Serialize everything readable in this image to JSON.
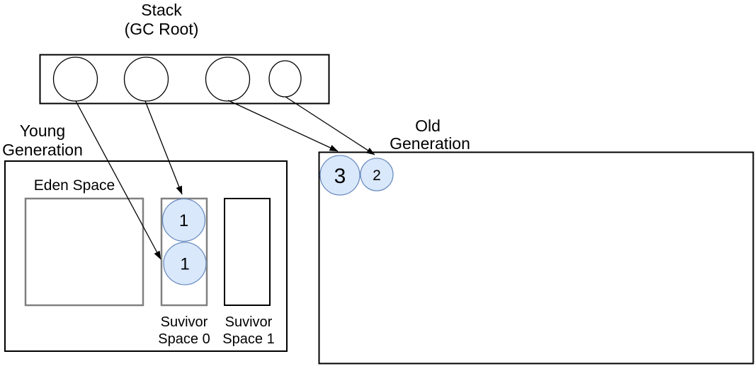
{
  "stack": {
    "title_line1": "Stack",
    "title_line2": "(GC Root)"
  },
  "young_generation": {
    "title_line1": "Young",
    "title_line2": "Generation",
    "eden": {
      "label": "Eden Space"
    },
    "survivor0": {
      "label_line1": "Suvivor",
      "label_line2": "Space 0"
    },
    "survivor1": {
      "label_line1": "Suvivor",
      "label_line2": "Space 1"
    }
  },
  "old_generation": {
    "title_line1": "Old",
    "title_line2": "Generation"
  },
  "objects": {
    "survivor0_top": {
      "label": "1"
    },
    "survivor0_bottom": {
      "label": "1"
    },
    "old_gen_large": {
      "label": "3"
    },
    "old_gen_small": {
      "label": "2"
    }
  },
  "colors": {
    "background": "#ffffff",
    "outline": "#000000",
    "muted_outline": "#808080",
    "object_fill": "#dae8fc",
    "object_stroke": "#6c8ebf"
  }
}
